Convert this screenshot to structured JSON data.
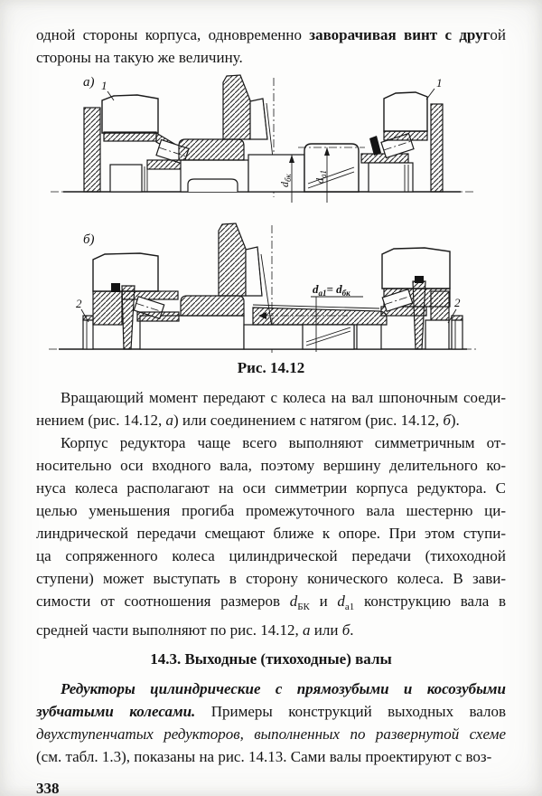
{
  "page": {
    "number": "338"
  },
  "top_paragraph": {
    "l1a": "одной стороны корпуса, одновременно ",
    "l1b": "заворачивая винт с друг",
    "l1c": "ой",
    "l2": "стороны на такую же величину."
  },
  "figure": {
    "caption": "Рис. 14.12",
    "a": {
      "label": "а)",
      "callout": "1",
      "dim1_d": "d",
      "dim1_sub": "бк",
      "dim2_d": "d",
      "dim2_sub": "а1"
    },
    "b": {
      "label": "б)",
      "callout": "2",
      "eq_d1": "d",
      "eq_sub1": "а1",
      "eq_sign": "= ",
      "eq_d2": "d",
      "eq_sub2": "бк"
    }
  },
  "para1": {
    "l1": "Вращающий момент передают с колеса на вал шпоночным соеди-",
    "l2a": "нением (рис. 14.12, ",
    "l2b": "а",
    "l2c": ") или соединением с натягом (рис. 14.12, ",
    "l2d": "б",
    "l2e": ")."
  },
  "para2": {
    "l1": "Корпус редуктора чаще всего выполняют симметричным от-",
    "l2": "носительно оси входного вала, поэтому вершину делительного ко-",
    "l3": "нуса колеса располагают на оси симметрии корпуса редуктора. С",
    "l4": "целью уменьшения прогиба промежуточного вала шестерню ци-",
    "l5": "линдрической передачи смещают ближе к опоре. При этом ступи-",
    "l6": "ца сопряженного колеса цилиндрической передачи (тихоходной",
    "l7": "ступени) может выступать в сторону конического колеса. В зави-",
    "l8a": "симости от соотношения размеров ",
    "l8d1": "d",
    "l8d1sub": "БК",
    "l8b": " и ",
    "l8d2": "d",
    "l8d2sub": "а1",
    "l8c": " конструкцию вала в",
    "l9a": "средней части выполняют по рис. 14.12, ",
    "l9b": "а",
    "l9c": " или ",
    "l9d": "б",
    "l9e": "."
  },
  "heading": "14.3. Выходные (тихоходные) валы",
  "para3": {
    "l1": "Редукторы цилиндрические с прямозубыми и косозубыми",
    "l2a": "зубчатыми колесами.",
    "l2b": " Примеры конструкций выходных валов",
    "l3": "двухступенчатых редукторов, выполненных по развернутой схеме",
    "l4": "(см. табл. 1.3), показаны на рис. 14.13. Сами валы проектируют с воз-"
  }
}
